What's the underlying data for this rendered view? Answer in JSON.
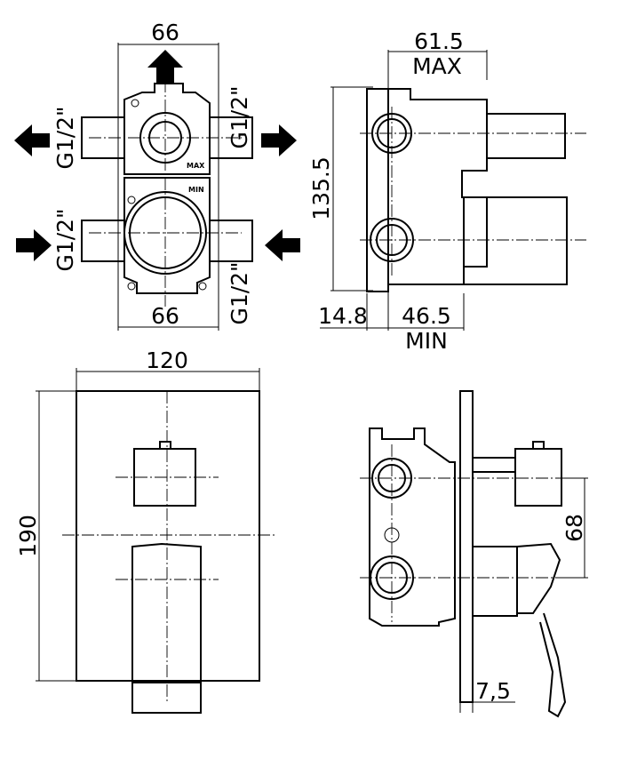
{
  "dimensions": {
    "top_width_upper": "66",
    "top_width_lower": "66",
    "thread": "G1/2\"",
    "side_depth_max": "61.5",
    "max_label": "MAX",
    "side_height": "135.5",
    "side_offset": "14.8",
    "side_depth_min": "46.5",
    "min_label": "MIN",
    "plate_width": "120",
    "plate_height": "190",
    "lever_spacing": "68",
    "plate_thickness": "7,5"
  },
  "body_marks": {
    "max": "MAX",
    "min": "MIN"
  }
}
